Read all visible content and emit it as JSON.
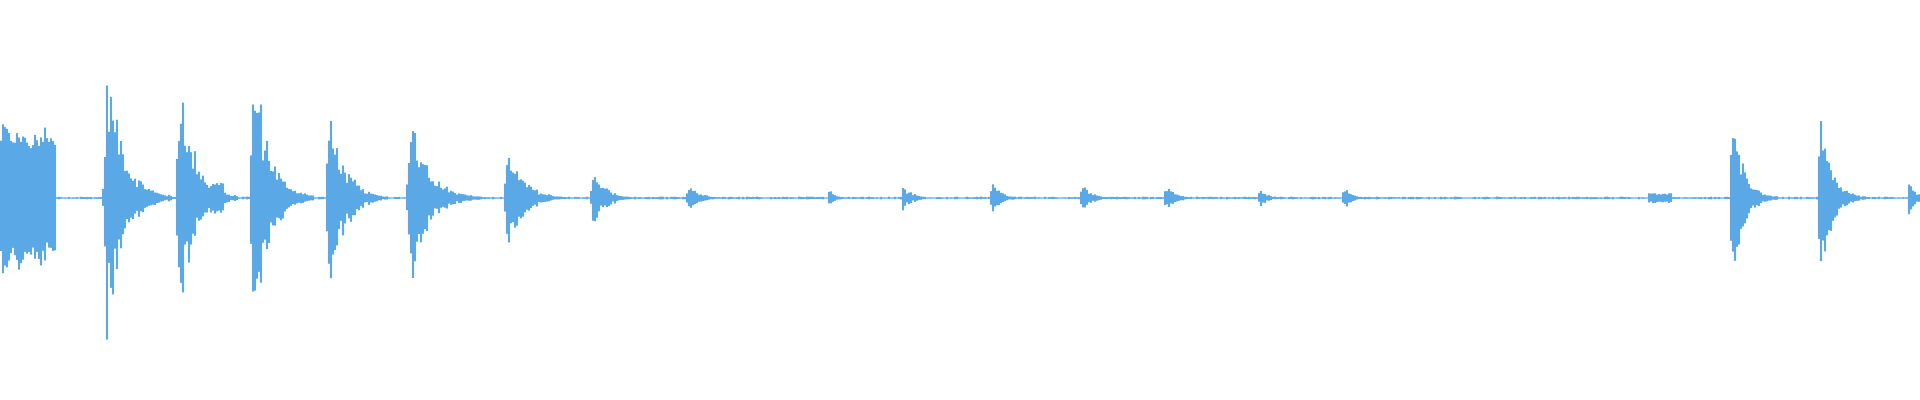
{
  "waveform": {
    "color": "#5aa9e6",
    "background": "#ffffff",
    "sample_count": 960,
    "bursts": [
      {
        "center": 0.014,
        "width": 0.03,
        "amp": 0.42,
        "shape": "flat"
      },
      {
        "center": 0.063,
        "width": 0.02,
        "amp": 0.88,
        "shape": "decay"
      },
      {
        "center": 0.1,
        "width": 0.018,
        "amp": 0.8,
        "shape": "decay"
      },
      {
        "center": 0.113,
        "width": 0.006,
        "amp": 0.1,
        "shape": "flat"
      },
      {
        "center": 0.139,
        "width": 0.019,
        "amp": 0.86,
        "shape": "decay"
      },
      {
        "center": 0.178,
        "width": 0.018,
        "amp": 0.6,
        "shape": "decay"
      },
      {
        "center": 0.222,
        "width": 0.022,
        "amp": 0.53,
        "shape": "decay"
      },
      {
        "center": 0.272,
        "width": 0.02,
        "amp": 0.3,
        "shape": "decay"
      },
      {
        "center": 0.315,
        "width": 0.016,
        "amp": 0.16,
        "shape": "decay"
      },
      {
        "center": 0.364,
        "width": 0.014,
        "amp": 0.08,
        "shape": "decay"
      },
      {
        "center": 0.435,
        "width": 0.008,
        "amp": 0.06,
        "shape": "decay"
      },
      {
        "center": 0.475,
        "width": 0.012,
        "amp": 0.08,
        "shape": "decay"
      },
      {
        "center": 0.521,
        "width": 0.012,
        "amp": 0.1,
        "shape": "decay"
      },
      {
        "center": 0.568,
        "width": 0.012,
        "amp": 0.09,
        "shape": "decay"
      },
      {
        "center": 0.612,
        "width": 0.012,
        "amp": 0.08,
        "shape": "decay"
      },
      {
        "center": 0.66,
        "width": 0.01,
        "amp": 0.06,
        "shape": "decay"
      },
      {
        "center": 0.704,
        "width": 0.01,
        "amp": 0.07,
        "shape": "decay"
      },
      {
        "center": 0.865,
        "width": 0.012,
        "amp": 0.03,
        "shape": "flat"
      },
      {
        "center": 0.908,
        "width": 0.014,
        "amp": 0.55,
        "shape": "decay"
      },
      {
        "center": 0.954,
        "width": 0.014,
        "amp": 0.5,
        "shape": "decay"
      },
      {
        "center": 0.998,
        "width": 0.008,
        "amp": 0.12,
        "shape": "decay"
      }
    ],
    "noise_floor": 0.008
  }
}
